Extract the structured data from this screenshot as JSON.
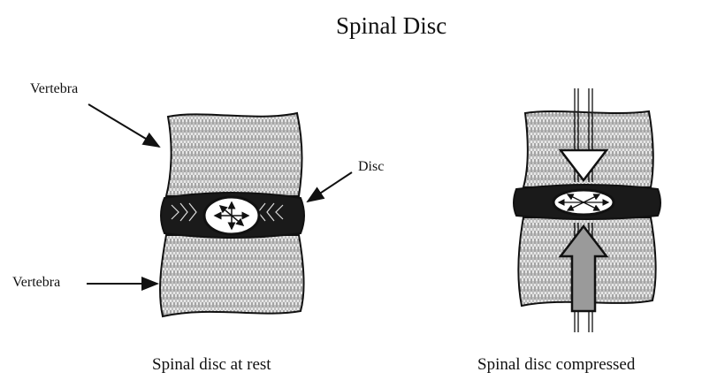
{
  "title": "Spinal Disc",
  "labels": {
    "vertebra_top": "Vertebra",
    "vertebra_bottom": "Vertebra",
    "disc": "Disc"
  },
  "captions": {
    "rest": "Spinal disc at rest",
    "compressed": "Spinal disc compressed"
  },
  "colors": {
    "ink": "#111111",
    "bone_hatch": "#555555",
    "background": "#ffffff"
  }
}
